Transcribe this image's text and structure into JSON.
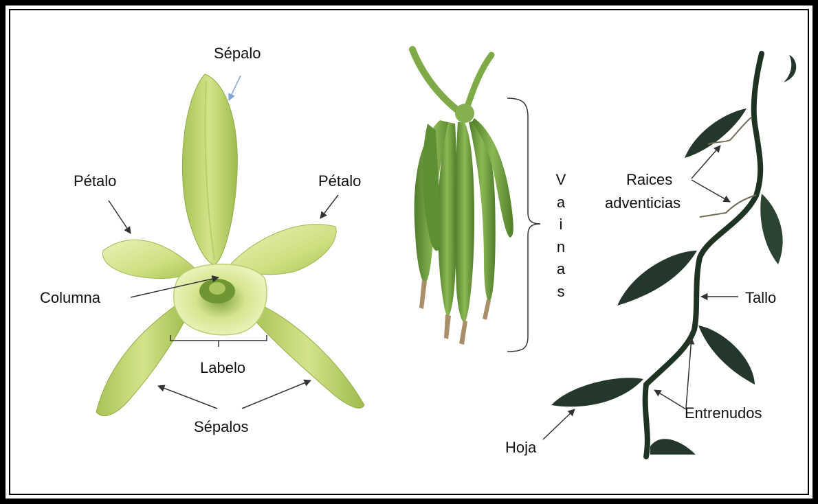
{
  "labels": {
    "sepalo": "Sépalo",
    "petalo_left": "Pétalo",
    "petalo_right": "Pétalo",
    "columna": "Columna",
    "labelo": "Labelo",
    "sepalos": "Sépalos",
    "vainas": [
      "V",
      "a",
      "i",
      "n",
      "a",
      "s"
    ],
    "raices_line1": "Raices",
    "raices_line2": "adventicias",
    "tallo": "Tallo",
    "entrenudos": "Entrenudos",
    "hoja": "Hoja"
  },
  "colors": {
    "frame": "#000000",
    "petal_light": "#e4eeac",
    "petal_mid": "#c9dc78",
    "petal_dark": "#9fbd4a",
    "pod_green": "#6d9e3c",
    "pod_dark": "#4f7d2a",
    "stem_dark": "#1f3323",
    "leaf_dark": "#23382a",
    "arrow_blue": "#7fa6d6",
    "text": "#111111"
  }
}
